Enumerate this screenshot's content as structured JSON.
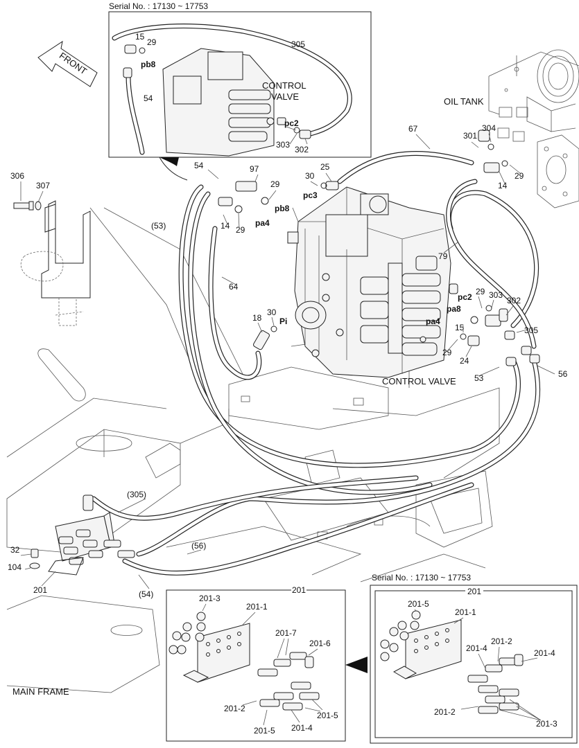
{
  "serial_top": "Serial No. : 17130 ~ 17753",
  "serial_bottom_right": "Serial No. : 17130 ~ 17753",
  "front_label": "FRONT",
  "oil_tank": "OIL TANK",
  "main_frame": "MAIN FRAME",
  "control_valve_inset": [
    "CONTROL",
    "VALVE"
  ],
  "control_valve_main": "CONTROL VALVE",
  "inset_labels": {
    "l15": "15",
    "l29": "29",
    "pb8": "pb8",
    "l305": "305",
    "l54": "54",
    "pc2": "pc2",
    "l303": "303",
    "l302": "302"
  },
  "main_labels": {
    "l306": "306",
    "l307": "307",
    "l54": "54",
    "l97": "97",
    "l29a": "29",
    "pb8": "pb8",
    "l30a": "30",
    "l25": "25",
    "pc3": "pc3",
    "l67": "67",
    "l301": "301",
    "l304": "304",
    "l14a": "14",
    "l29b": "29",
    "l53p": "(53)",
    "l14b": "14",
    "l29c": "29",
    "pa4a": "pa4",
    "l64": "64",
    "l79": "79",
    "l18": "18",
    "l30b": "30",
    "pi": "Pi",
    "pc2": "pc2",
    "l29d": "29",
    "l303": "303",
    "l302": "302",
    "pa8": "pa8",
    "pa4b": "pa4",
    "l15": "15",
    "l305": "305",
    "l29e": "29",
    "l24": "24",
    "l53": "53",
    "l56": "56",
    "l305p": "(305)",
    "l56p": "(56)",
    "l54p": "(54)",
    "l32": "32",
    "l104": "104",
    "l201": "201"
  },
  "detail_left": {
    "title": "201",
    "labels": [
      "201-3",
      "201-1",
      "201-7",
      "201-6",
      "201-2",
      "201-5",
      "201-5",
      "201-4"
    ]
  },
  "detail_right": {
    "title": "201",
    "labels": [
      "201-5",
      "201-1",
      "201-2",
      "201-4",
      "201-4",
      "201-2",
      "201-3"
    ]
  }
}
